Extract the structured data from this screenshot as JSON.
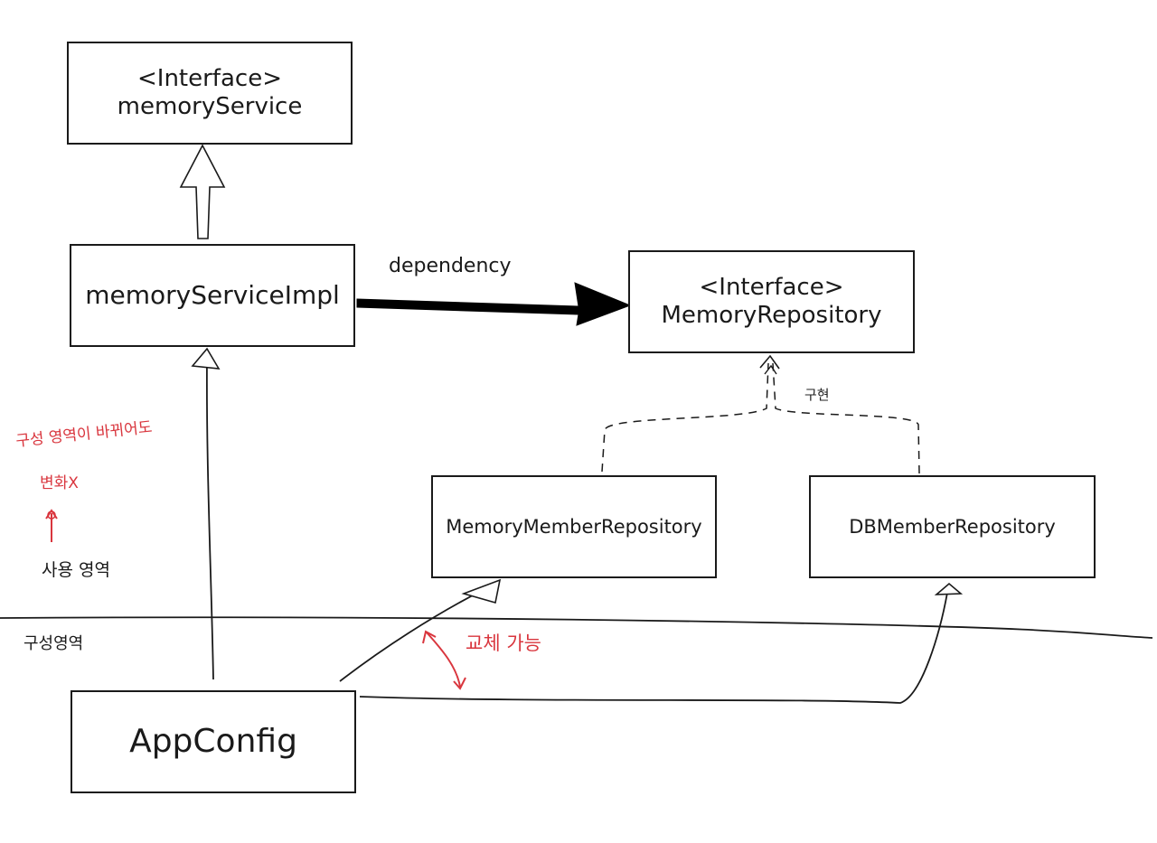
{
  "colors": {
    "ink": "#1a1a1a",
    "annotation_red": "#d9363e"
  },
  "boxes": {
    "memory_service": {
      "stereotype": "<Interface>",
      "name": "memoryService"
    },
    "memory_service_impl": {
      "name": "memoryServiceImpl"
    },
    "memory_repository": {
      "stereotype": "<Interface>",
      "name": "MemoryRepository"
    },
    "memory_member_repository": {
      "name": "MemoryMemberRepository"
    },
    "db_member_repository": {
      "name": "DBMemberRepository"
    },
    "app_config": {
      "name": "AppConfig"
    }
  },
  "labels": {
    "dependency": "dependency",
    "implementation": "구현"
  },
  "notes": {
    "config_area_changes": "구성 영역이 바뀌어도",
    "no_change": "변화X",
    "usage_area": "사용 영역",
    "config_area": "구성영역",
    "replaceable": "교체 가능"
  }
}
